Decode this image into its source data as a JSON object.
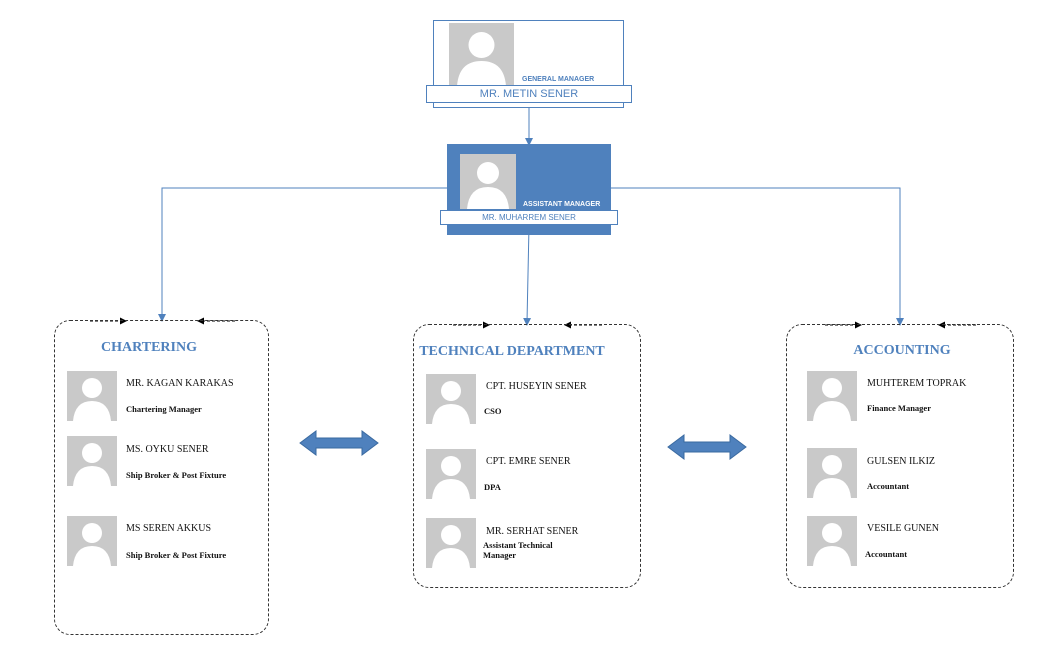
{
  "general_manager": {
    "title": "GENERAL MANAGER",
    "name": "MR. METIN SENER"
  },
  "assistant_manager": {
    "title": "ASSISTANT MANAGER",
    "name": "MR. MUHARREM SENER"
  },
  "departments": [
    {
      "title": "CHARTERING",
      "members": [
        {
          "name": "MR. KAGAN KARAKAS",
          "role": "Chartering Manager"
        },
        {
          "name": "MS. OYKU SENER",
          "role": "Ship Broker & Post Fixture"
        },
        {
          "name": "MS SEREN AKKUS",
          "role": "Ship Broker & Post Fixture"
        }
      ]
    },
    {
      "title": "TECHNICAL DEPARTMENT",
      "members": [
        {
          "name": "CPT. HUSEYIN SENER",
          "role": "CSO"
        },
        {
          "name": "CPT. EMRE SENER",
          "role": "DPA"
        },
        {
          "name": "MR. SERHAT SENER",
          "role_line1": "Assistant Technical",
          "role_line2": "Manager"
        }
      ]
    },
    {
      "title": "ACCOUNTING",
      "members": [
        {
          "name": "MUHTEREM TOPRAK",
          "role": "Finance Manager"
        },
        {
          "name": "GULSEN ILKIZ",
          "role": "Accountant"
        },
        {
          "name": "VESILE GUNEN",
          "role": "Accountant"
        }
      ]
    }
  ],
  "icons": {
    "avatar": "person-silhouette-icon",
    "connector_arrow": "arrow-down-icon",
    "bidirectional_arrow": "double-arrow-icon"
  },
  "colors": {
    "accent": "#4f81bd",
    "avatar_bg": "#c9c9c9",
    "dashed_border": "#333333"
  }
}
